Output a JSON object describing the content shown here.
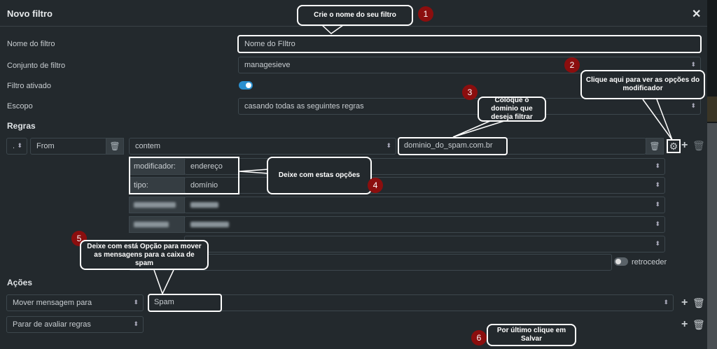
{
  "header": {
    "title": "Novo filtro",
    "close": "✕"
  },
  "form": {
    "name_label": "Nome do filtro",
    "name_value": "Nome do FIltro",
    "set_label": "Conjunto de filtro",
    "set_value": "managesieve",
    "enabled_label": "Filtro ativado",
    "enabled": true,
    "scope_label": "Escopo",
    "scope_value": "casando todas as seguintes regras"
  },
  "rules": {
    "title": "Regras",
    "small_select": ".",
    "header": "From",
    "operator": "contem",
    "value": "dominio_do_spam.com.br",
    "modifier_label": "modificador:",
    "modifier_value": "endereço",
    "type_label": "tipo:",
    "type_value": "domínio",
    "retro_label": "retroceder"
  },
  "actions": {
    "title": "Ações",
    "items": [
      {
        "action": "Mover mensagem para",
        "target": "Spam"
      },
      {
        "action": "Parar de avaliar regras"
      }
    ]
  },
  "callouts": [
    {
      "num": "1",
      "text": "Crie o nome do seu filtro"
    },
    {
      "num": "2",
      "text": "Clique aqui para ver as opções do modificador"
    },
    {
      "num": "3",
      "text": "Coloque o dominio que deseja filtrar"
    },
    {
      "num": "4",
      "text": "Deixe com estas opções"
    },
    {
      "num": "5",
      "text": "Deixe com está Opção para mover as mensagens para a caixa de spam"
    },
    {
      "num": "6",
      "text": "Por último clique em Salvar"
    }
  ]
}
